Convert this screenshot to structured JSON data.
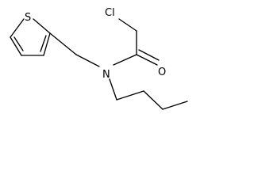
{
  "molecule": {
    "atoms": {
      "sulfur": "S",
      "nitrogen": "N",
      "oxygen": "O",
      "chlorine": "Cl"
    }
  }
}
